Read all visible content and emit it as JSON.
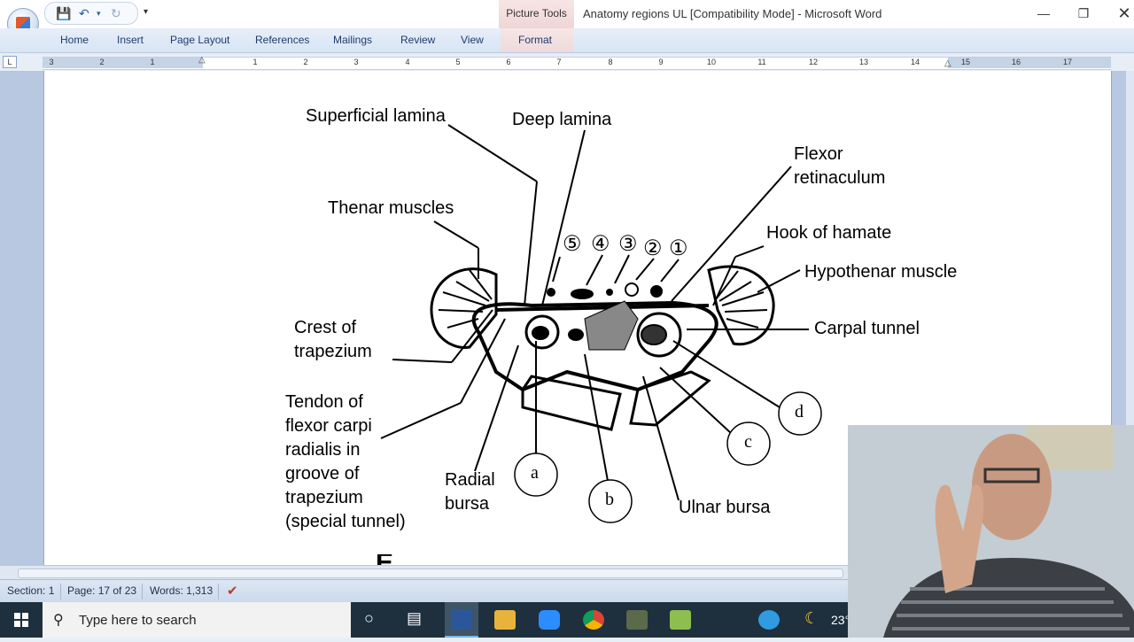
{
  "titlebar": {
    "contextual_tab": "Picture Tools",
    "document_title": "Anatomy regions UL [Compatibility Mode] - Microsoft Word"
  },
  "ribbon_tabs": [
    "Home",
    "Insert",
    "Page Layout",
    "References",
    "Mailings",
    "Review",
    "View",
    "Format"
  ],
  "ruler": {
    "ticks": [
      "3",
      "2",
      "1",
      "1",
      "2",
      "3",
      "4",
      "5",
      "6",
      "7",
      "8",
      "9",
      "10",
      "11",
      "12",
      "13",
      "14",
      "15",
      "16",
      "17"
    ]
  },
  "diagram": {
    "labels": {
      "superficial_lamina": "Superficial lamina",
      "deep_lamina": "Deep lamina",
      "flexor_retinaculum_1": "Flexor",
      "flexor_retinaculum_2": "retinaculum",
      "thenar_muscles": "Thenar muscles",
      "hook_of_hamate": "Hook of  hamate",
      "hypothenar_muscle": "Hypothenar muscle",
      "crest_of_trapezium_1": "Crest of",
      "crest_of_trapezium_2": "trapezium",
      "carpal_tunnel": "Carpal  tunnel",
      "tendon_1": "Tendon of",
      "tendon_2": "flexor carpi",
      "tendon_3": "radialis in",
      "tendon_4": "groove of",
      "tendon_5": "trapezium",
      "tendon_6": "(special tunnel)",
      "radial_bursa_1": "Radial",
      "radial_bursa_2": "bursa",
      "ulnar_bursa": "Ulnar bursa"
    },
    "numbered_markers": [
      "⑤",
      "④",
      "③",
      "②",
      "①"
    ],
    "letter_markers": [
      "a",
      "b",
      "c",
      "d"
    ],
    "next_heading_partial": "E"
  },
  "statusbar": {
    "section": "Section: 1",
    "page": "Page: 17 of 23",
    "words": "Words: 1,313"
  },
  "taskbar": {
    "search_placeholder": "Type here to search",
    "temperature": "23°"
  }
}
